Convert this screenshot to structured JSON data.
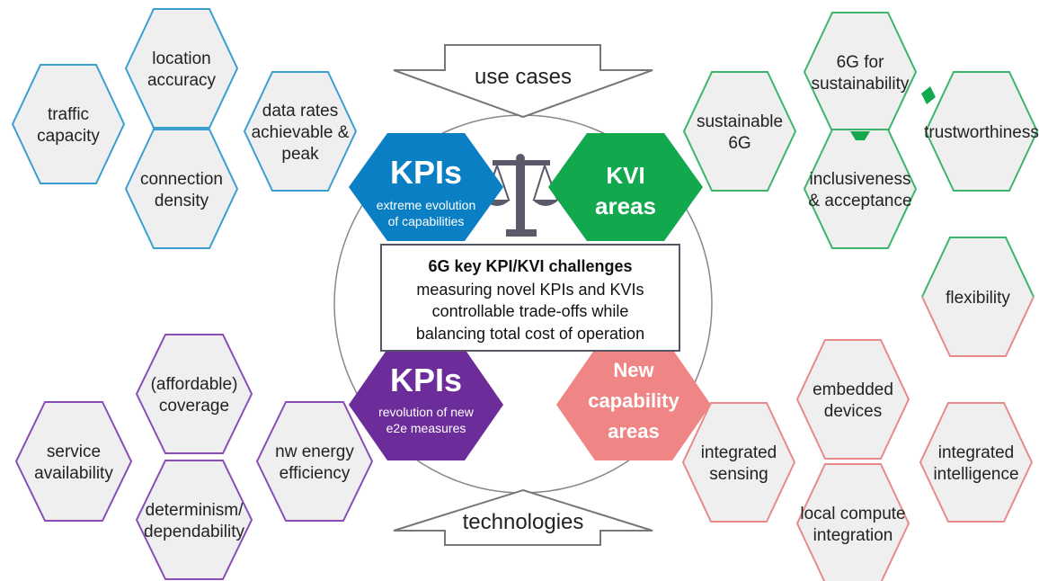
{
  "arrows": {
    "top_label": "use cases",
    "bottom_label": "technologies"
  },
  "categories": {
    "kpis_top": {
      "title": "KPIs",
      "subtitle_line1": "extreme evolution",
      "subtitle_line2": "of capabilities",
      "color": "#0a7fc4"
    },
    "kvi": {
      "line1": "KVI",
      "line2": "areas",
      "color": "#11a84e"
    },
    "kpis_bottom": {
      "title": "KPIs",
      "subtitle_line1": "revolution of new",
      "subtitle_line2": "e2e measures",
      "color": "#6c2c99"
    },
    "new_capability": {
      "line1": "New",
      "line2": "capability",
      "line3": "areas",
      "color": "#f08585"
    }
  },
  "center_box": {
    "title": "6G key KPI/KVI challenges",
    "line1": "measuring novel KPIs and KVIs",
    "line2": "controllable trade-offs while",
    "line3": "balancing total cost of operation"
  },
  "hex_groups": {
    "blue": {
      "color": "#3a9fd0",
      "items": [
        {
          "lines": [
            "location",
            "accuracy"
          ]
        },
        {
          "lines": [
            "traffic",
            "capacity"
          ]
        },
        {
          "lines": [
            "data rates",
            "achievable &",
            "peak"
          ]
        },
        {
          "lines": [
            "connection",
            "density"
          ]
        }
      ]
    },
    "green": {
      "color": "#3cb56a",
      "items": [
        {
          "lines": [
            "6G for",
            "sustainability"
          ]
        },
        {
          "lines": [
            "sustainable",
            "6G"
          ]
        },
        {
          "lines": [
            "trustworthiness"
          ]
        },
        {
          "lines": [
            "inclusiveness",
            "& acceptance"
          ]
        }
      ]
    },
    "flex": {
      "color_top": "#3cb56a",
      "color_bottom": "#e88a8a",
      "items": [
        {
          "lines": [
            "flexibility"
          ]
        }
      ]
    },
    "purple": {
      "color": "#8a4cb5",
      "items": [
        {
          "lines": [
            "(affordable)",
            "coverage"
          ]
        },
        {
          "lines": [
            "service",
            "availability"
          ]
        },
        {
          "lines": [
            "nw energy",
            "efficiency"
          ]
        },
        {
          "lines": [
            "determinism/",
            "dependability"
          ]
        }
      ]
    },
    "red": {
      "color": "#e88a8a",
      "items": [
        {
          "lines": [
            "embedded",
            "devices"
          ]
        },
        {
          "lines": [
            "integrated",
            "sensing"
          ]
        },
        {
          "lines": [
            "integrated",
            "intelligence"
          ]
        },
        {
          "lines": [
            "local compute",
            "integration"
          ]
        }
      ]
    }
  }
}
